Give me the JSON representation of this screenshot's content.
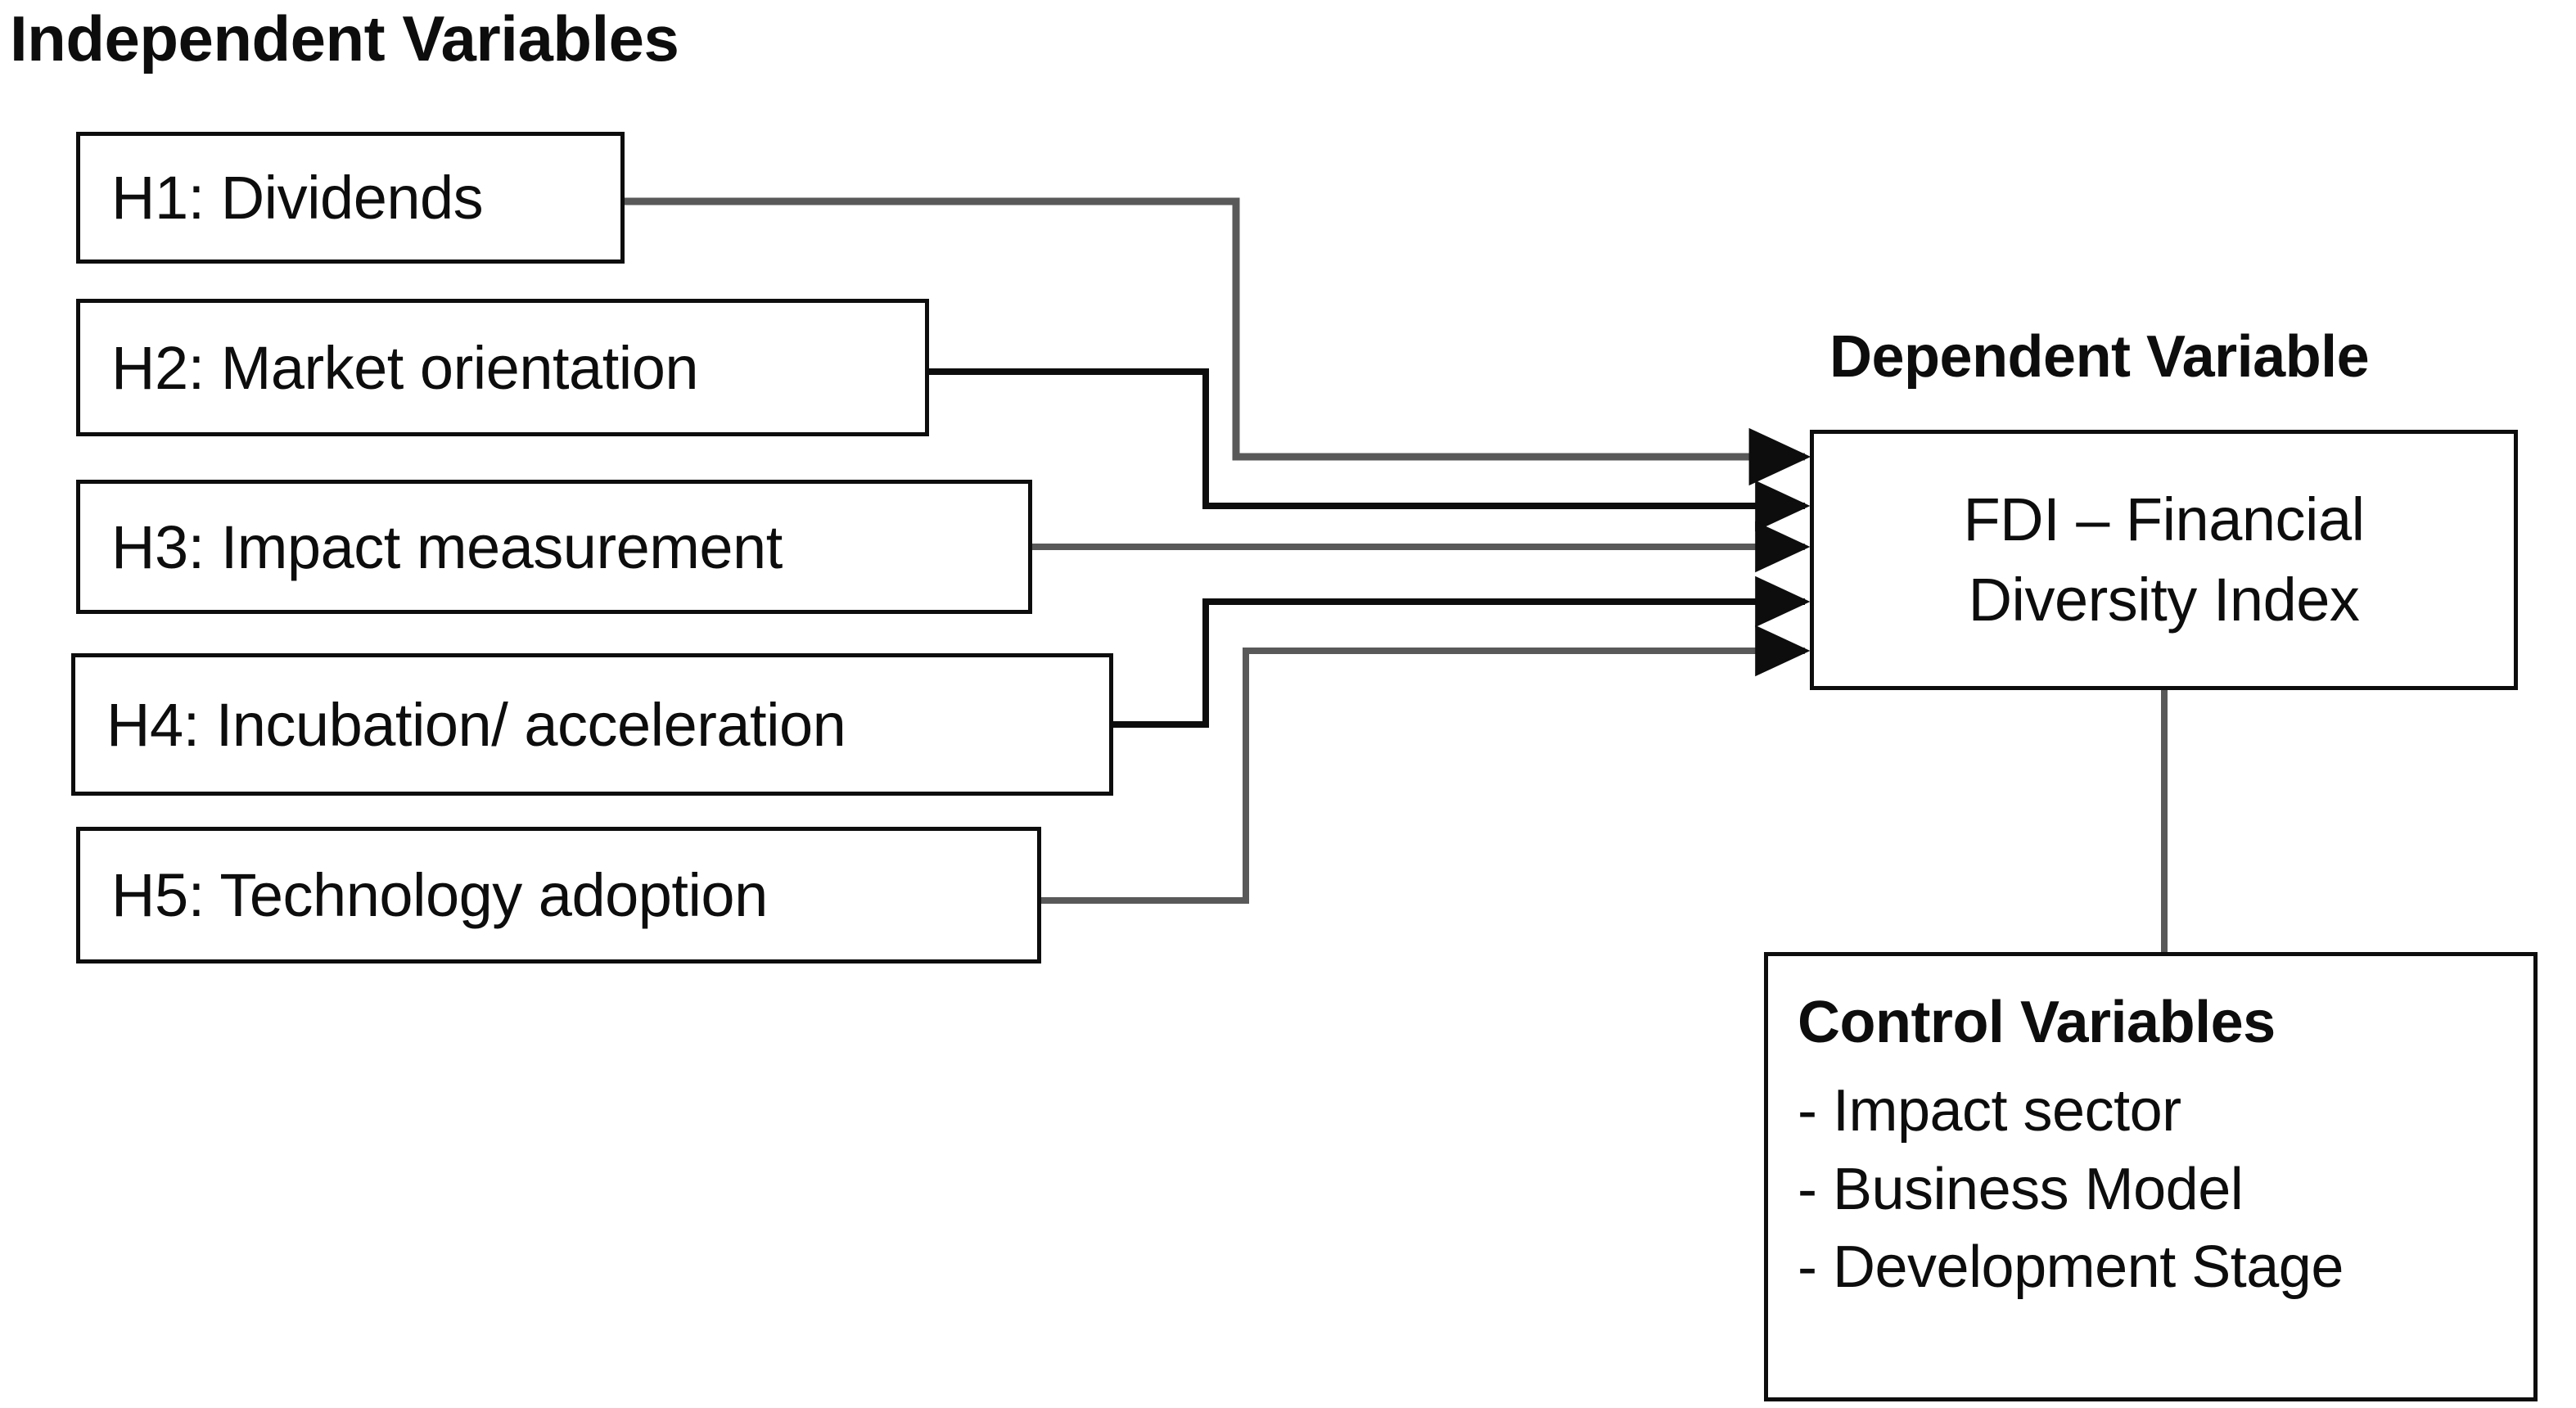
{
  "titles": {
    "independent": "Independent Variables",
    "dependent": "Dependent Variable"
  },
  "independent_variables": [
    {
      "id": "h1",
      "label": "H1: Dividends"
    },
    {
      "id": "h2",
      "label": "H2: Market orientation"
    },
    {
      "id": "h3",
      "label": "H3: Impact measurement"
    },
    {
      "id": "h4",
      "label": "H4: Incubation/ acceleration"
    },
    {
      "id": "h5",
      "label": "H5: Technology adoption"
    }
  ],
  "dependent_variable": {
    "line1": "FDI – Financial",
    "line2": "Diversity Index"
  },
  "control_variables": {
    "title": "Control Variables",
    "items": [
      "- Impact sector",
      "- Business Model",
      "- Development Stage"
    ]
  },
  "colors": {
    "stroke": "#0d0d0d",
    "stroke_gray": "#595959",
    "background": "#ffffff",
    "text": "#0d0d0d"
  },
  "connectors": [
    {
      "from": "h1",
      "to": "dependent_variable",
      "arrow": "true"
    },
    {
      "from": "h2",
      "to": "dependent_variable",
      "arrow": "true"
    },
    {
      "from": "h3",
      "to": "dependent_variable",
      "arrow": "true"
    },
    {
      "from": "h4",
      "to": "dependent_variable",
      "arrow": "true"
    },
    {
      "from": "h5",
      "to": "dependent_variable",
      "arrow": "true"
    },
    {
      "from": "dependent_variable",
      "to": "control_variables",
      "arrow": "false"
    }
  ]
}
